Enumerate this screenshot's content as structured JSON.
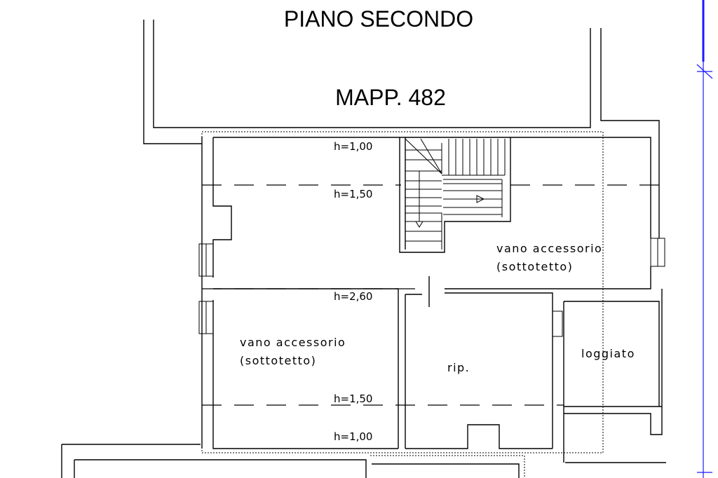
{
  "plan": {
    "floor_title": "PIANO SECONDO",
    "parcel_label": "MAPP. 482",
    "heights": {
      "top": "h=1,00",
      "upper": "h=1,50",
      "middle": "h=2,60",
      "lower": "h=1,50",
      "bottom": "h=1,00"
    },
    "rooms": {
      "accessory_right_name": "vano accessorio",
      "accessory_right_sub": "(sottotetto)",
      "accessory_left_name": "vano accessorio",
      "accessory_left_sub": "(sottotetto)",
      "storage": "rip.",
      "loggia": "loggiato"
    }
  }
}
